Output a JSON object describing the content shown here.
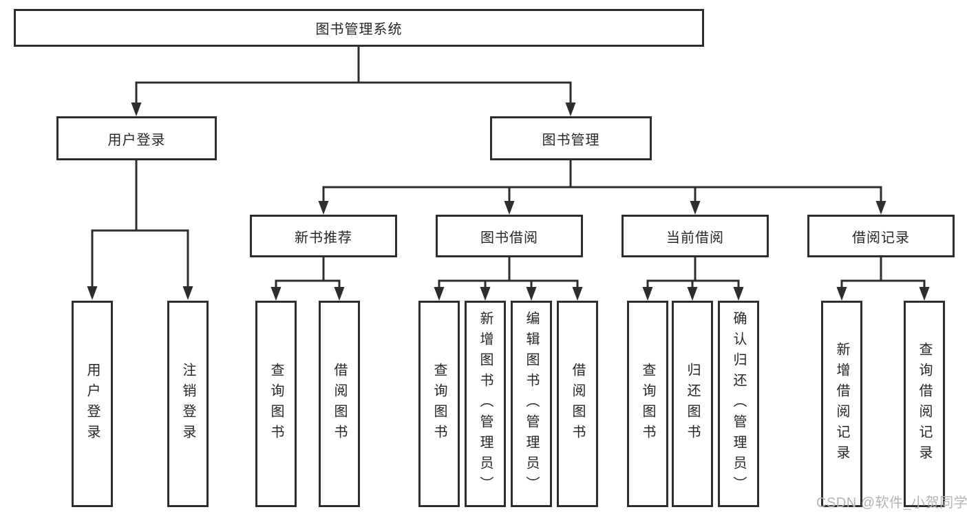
{
  "diagram_title": "图书管理系统",
  "colors": {
    "line": "#2d2d2d",
    "box_border": "#2d2d2d",
    "text": "#262626",
    "watermark": "#b4b4b4",
    "background": "#ffffff"
  },
  "tree": {
    "root": {
      "label": "图书管理系统"
    },
    "level2": [
      {
        "label": "用户登录",
        "parent": "图书管理系统"
      },
      {
        "label": "图书管理",
        "parent": "图书管理系统"
      }
    ],
    "level3": [
      {
        "label": "新书推荐",
        "parent": "图书管理"
      },
      {
        "label": "图书借阅",
        "parent": "图书管理"
      },
      {
        "label": "当前借阅",
        "parent": "图书管理"
      },
      {
        "label": "借阅记录",
        "parent": "图书管理"
      }
    ],
    "leaves": [
      {
        "label": "用户登录",
        "parent": "用户登录"
      },
      {
        "label": "注销登录",
        "parent": "用户登录"
      },
      {
        "label": "查询图书",
        "parent": "新书推荐"
      },
      {
        "label": "借阅图书",
        "parent": "新书推荐"
      },
      {
        "label": "查询图书",
        "parent": "图书借阅"
      },
      {
        "label": "新增图书（管理员）",
        "parent": "图书借阅"
      },
      {
        "label": "编辑图书（管理员）",
        "parent": "图书借阅"
      },
      {
        "label": "借阅图书",
        "parent": "图书借阅"
      },
      {
        "label": "查询图书",
        "parent": "当前借阅"
      },
      {
        "label": "归还图书",
        "parent": "当前借阅"
      },
      {
        "label": "确认归还（管理员）",
        "parent": "当前借阅"
      },
      {
        "label": "新增借阅记录",
        "parent": "借阅记录"
      },
      {
        "label": "查询借阅记录",
        "parent": "借阅记录"
      }
    ]
  },
  "watermark": {
    "text": "CSDN @软件_小贺同学"
  }
}
